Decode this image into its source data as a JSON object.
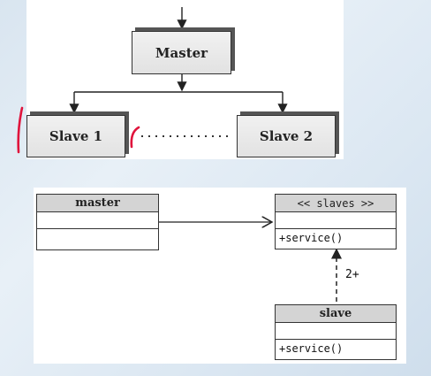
{
  "top_diagram": {
    "master_label": "Master",
    "slave1_label": "Slave 1",
    "slave2_label": "Slave 2"
  },
  "uml_diagram": {
    "master_class": {
      "name": "master"
    },
    "slaves_class": {
      "name": "<< slaves >>",
      "operation": "+service()"
    },
    "slave_class": {
      "name": "slave",
      "operation": "+service()"
    },
    "multiplicity": "2+"
  },
  "colors": {
    "annotation": "#e0143c"
  }
}
